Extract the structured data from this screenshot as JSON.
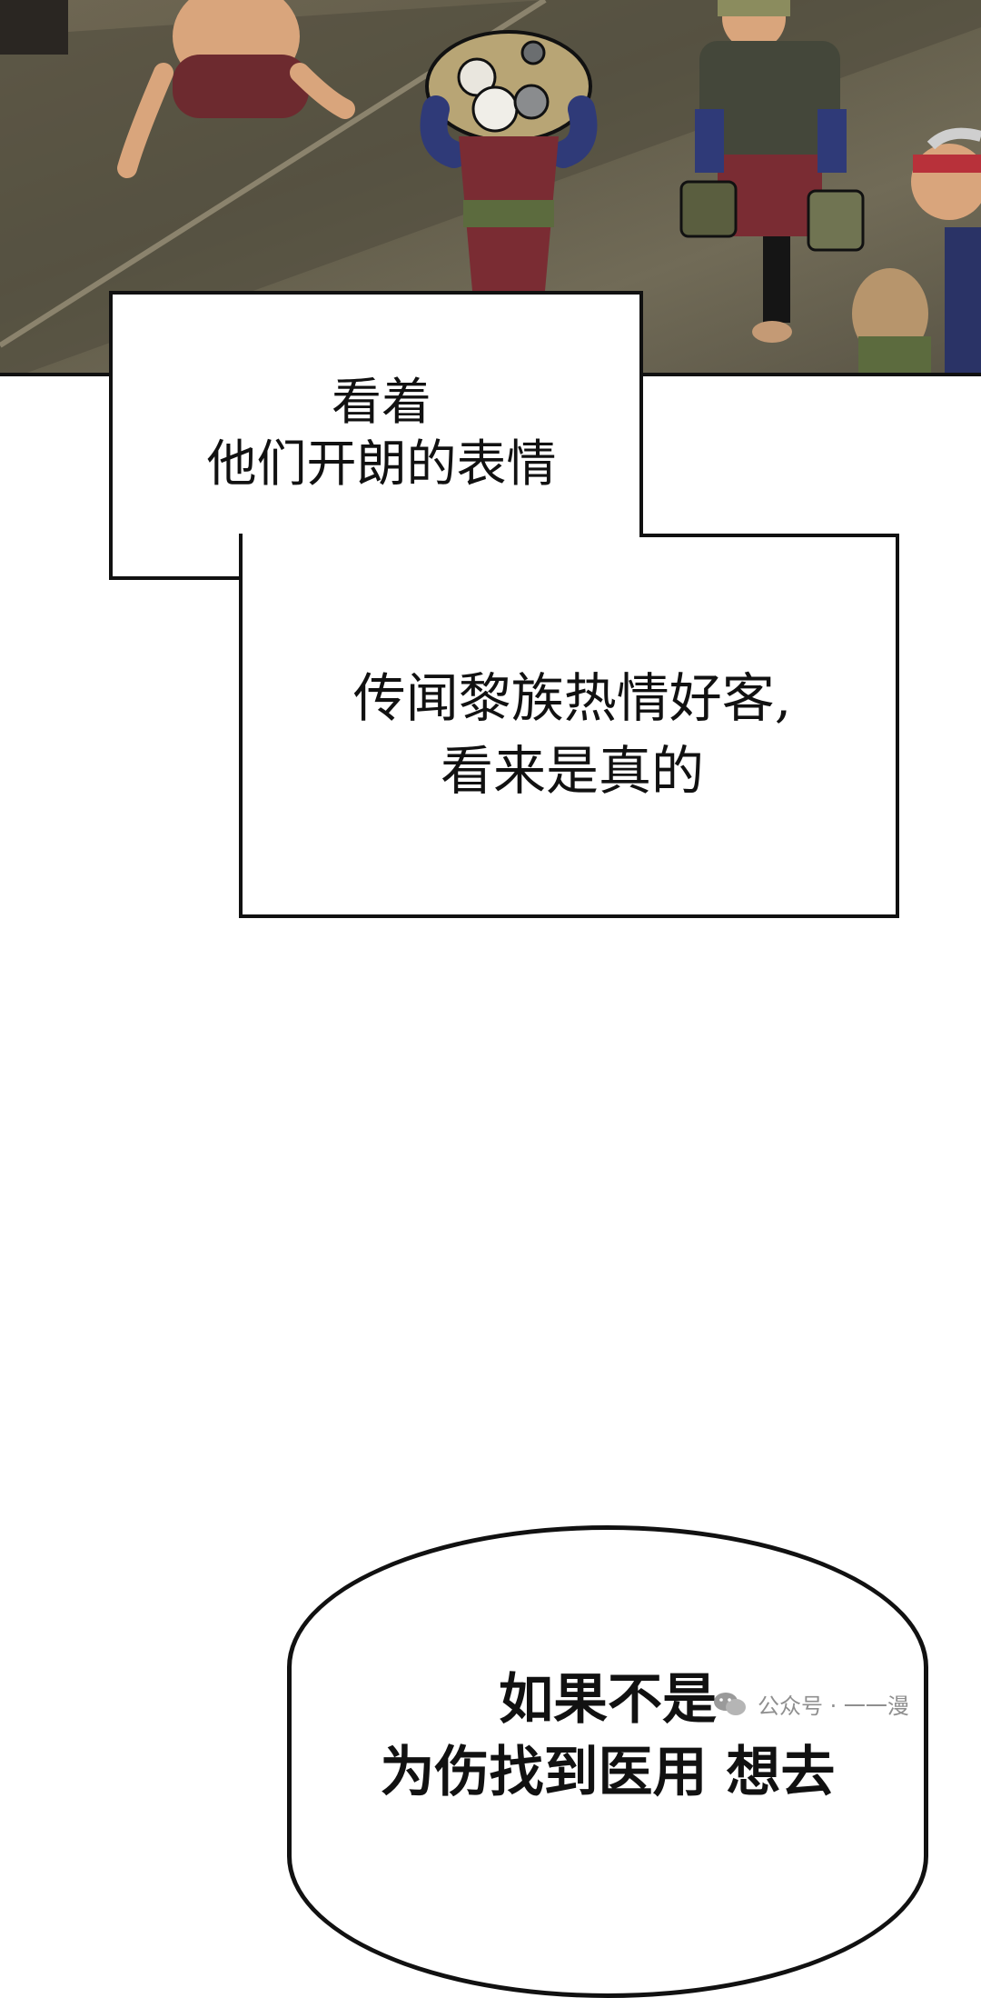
{
  "caption_1": {
    "line_1": "看着",
    "line_2": "他们开朗的表情"
  },
  "caption_2": {
    "line_1": "传闻黎族热情好客,",
    "line_2": "看来是真的"
  },
  "speech_bubble": {
    "line_1": "如果不是",
    "line_2": "为伤找到医用 想去"
  },
  "watermark": {
    "text": "公众号 · 一一漫"
  }
}
